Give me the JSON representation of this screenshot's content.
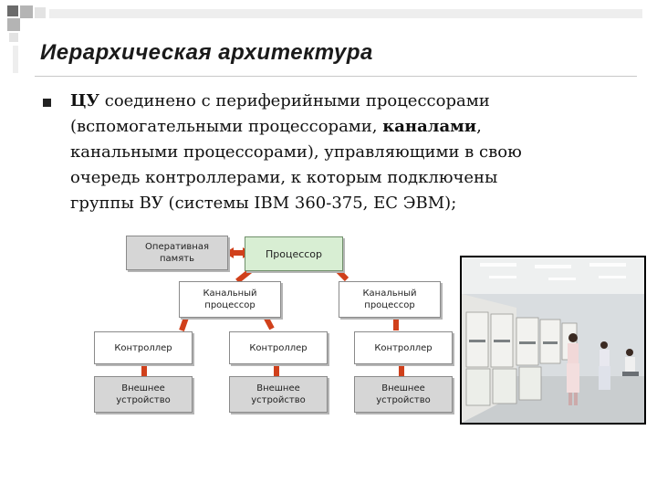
{
  "slide": {
    "title": "Иерархическая архитектура",
    "paragraph": {
      "lead_bold": "ЦУ",
      "line1_rest": " соединено с периферийными процессорами",
      "line2_pre": "(вспомогательными процессорами, ",
      "line2_bold": "каналами",
      "line2_post": ",",
      "line3": "канальными процессорами), управляющими в свою",
      "line4": "очередь контроллерами, к которым подключены",
      "line5": "группы ВУ (системы IBM 360-375, ЕС ЭВМ);"
    }
  },
  "diagram": {
    "memory": "Оперативная память",
    "processor": "Процессор",
    "channel_left": "Канальный процессор",
    "channel_right": "Канальный процессор",
    "controllers": [
      "Контроллер",
      "Контроллер",
      "Контроллер"
    ],
    "devices": [
      "Внешнее устройство",
      "Внешнее устройство",
      "Внешнее устройство"
    ]
  },
  "colors": {
    "arrow": "#d0401b",
    "processor_fill": "#d8eed3",
    "gray_fill": "#d6d6d6"
  }
}
